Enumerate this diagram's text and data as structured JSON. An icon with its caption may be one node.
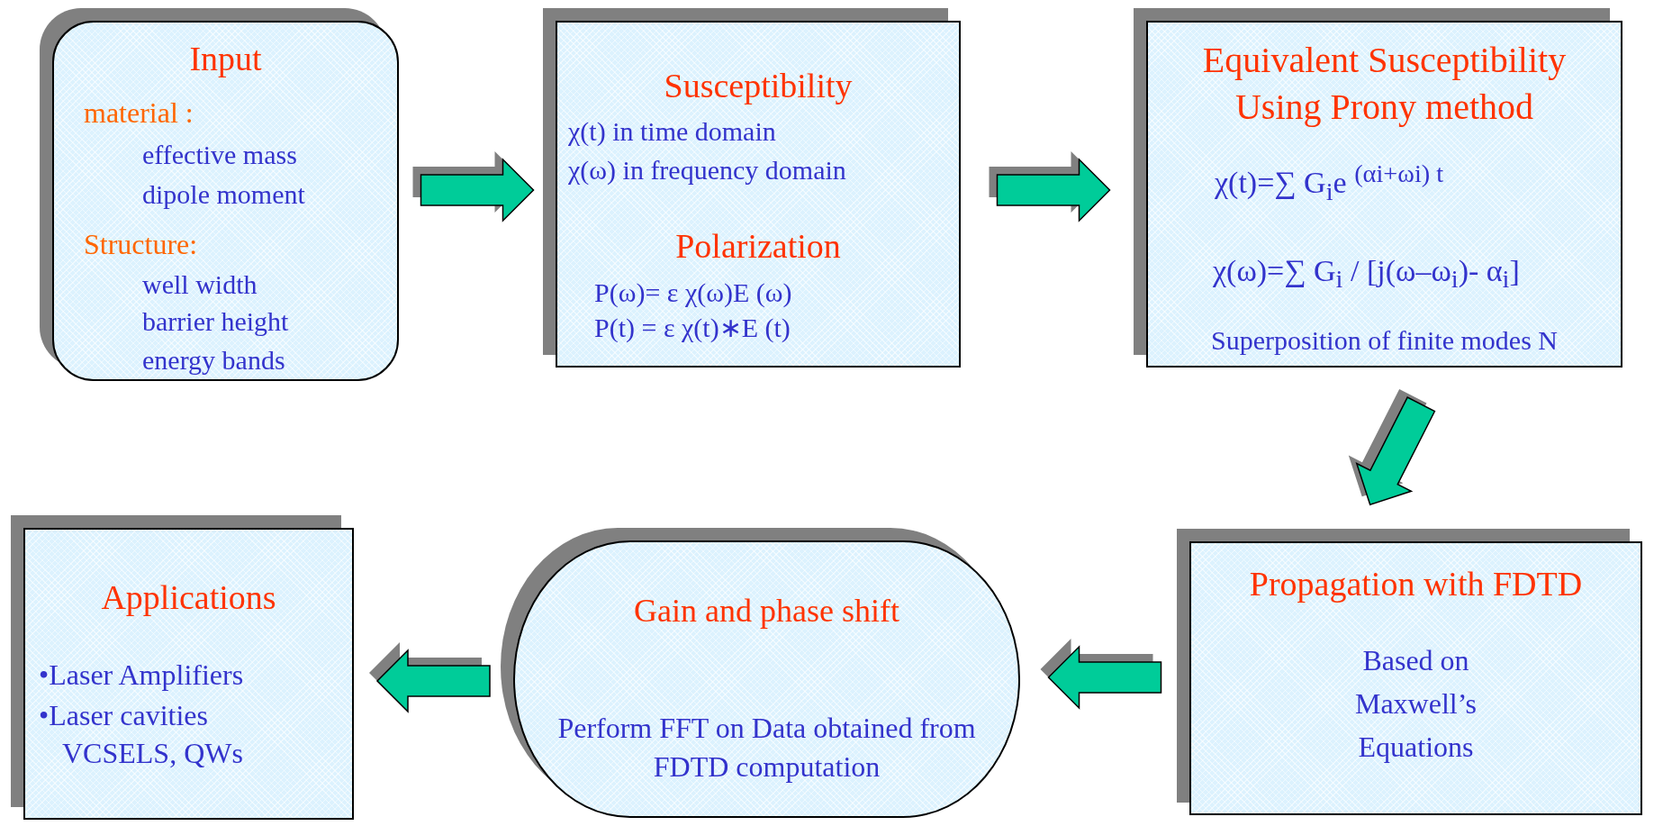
{
  "diagram": {
    "nodes": [
      {
        "text": [
          "Input",
          "material :",
          "effective mass",
          "dipole moment",
          "Structure:",
          "well width",
          "barrier height",
          "energy bands"
        ]
      },
      {
        "text": [
          "Susceptibility",
          "χ(t) in time domain",
          "χ(ω) in frequency domain",
          "Polarization",
          "P(ω)= ε χ(ω)E (ω)",
          "P(t) = ε χ(t)∗E (t)"
        ]
      },
      {
        "text": [
          "Equivalent Susceptibility Using Prony method",
          "χ(t)=∑ G$_{i}$e $^{(αi+ωi) t}$",
          "χ(ω)=∑ G$_{i}$ / [j(ω–ω$_{i}$)- α$_{i}$]",
          "Superposition of finite modes N"
        ]
      },
      {
        "text": [
          "Propagation with FDTD",
          "Based on Maxwell’s Equations"
        ]
      },
      {
        "text": [
          "Gain and phase shift",
          "Perform FFT on Data obtained from FDTD computation"
        ]
      },
      {
        "text": [
          "Applications",
          "•Laser Amplifiers",
          "•Laser cavities",
          "VCSELS, QWs"
        ]
      }
    ],
    "edges": [
      {
        "from": 0,
        "to": 1,
        "arrow": "to"
      },
      {
        "from": 1,
        "to": 2,
        "arrow": "to"
      },
      {
        "from": 2,
        "to": 3,
        "arrow": "to"
      },
      {
        "from": 3,
        "to": 4,
        "arrow": "to"
      },
      {
        "from": 4,
        "to": 5,
        "arrow": "to"
      }
    ]
  }
}
